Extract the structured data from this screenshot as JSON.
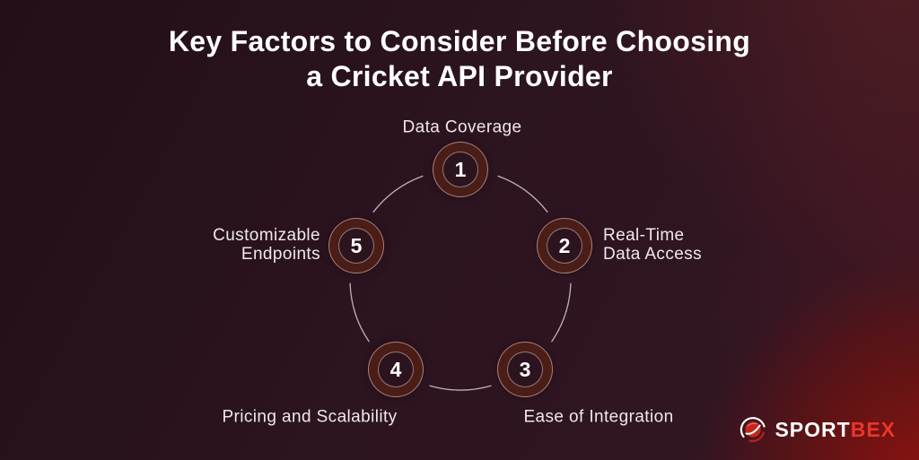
{
  "title": {
    "line1": "Key Factors to Consider Before Choosing",
    "line2": "a Cricket API Provider"
  },
  "factors": [
    {
      "number": "1",
      "lines": [
        "Data Coverage"
      ],
      "position": "top"
    },
    {
      "number": "2",
      "lines": [
        "Real-Time",
        "Data Access"
      ],
      "position": "right"
    },
    {
      "number": "3",
      "lines": [
        "Ease of Integration"
      ],
      "position": "bottom-right"
    },
    {
      "number": "4",
      "lines": [
        "Pricing and Scalability"
      ],
      "position": "bottom-left"
    },
    {
      "number": "5",
      "lines": [
        "Customizable",
        "Endpoints"
      ],
      "position": "left"
    }
  ],
  "logo": {
    "name": "Sportbex",
    "part1": "SPORT",
    "part2": "BEX"
  },
  "colors": {
    "background_base": "#2c1420",
    "node_ring_fill": "#4a1e16",
    "node_outline": "#e0b6af",
    "node_inner_fill": "#2c141e",
    "number_text": "#ffffff",
    "label_text": "#efe7ec",
    "title_text": "#ffffff",
    "connector_line": "#e9dde4",
    "logo_accent_red": "#ea3628",
    "corner_glow_red": "#8c120e"
  }
}
